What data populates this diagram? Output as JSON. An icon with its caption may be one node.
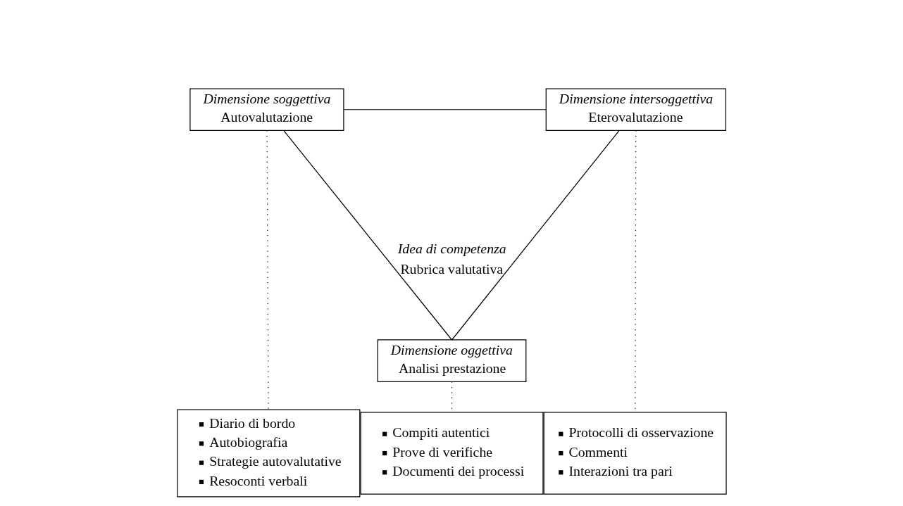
{
  "diagram": {
    "nodes": [
      {
        "text": [
          "Dimensione soggettiva",
          "Autovalutazione"
        ]
      },
      {
        "text": [
          "Dimensione intersoggettiva",
          "Eterovalutazione"
        ]
      },
      {
        "text": [
          "Dimensione oggettiva",
          "Analisi prestazione"
        ]
      },
      {
        "text": [
          "Diario di bordo",
          "Autobiografia",
          "Strategie autovalutative",
          "Resoconti verbali"
        ]
      },
      {
        "text": [
          "Compiti autentici",
          "Prove di verifiche",
          "Documenti dei processi"
        ]
      },
      {
        "text": [
          "Protocolli di osservazione",
          "Commenti",
          "Interazioni tra pari"
        ]
      }
    ],
    "edges": [
      {
        "from": 0,
        "to": 1,
        "arrow": "none"
      },
      {
        "from": 0,
        "to": 2,
        "arrow": "none"
      },
      {
        "from": 1,
        "to": 2,
        "arrow": "none"
      },
      {
        "from": 0,
        "to": 3,
        "arrow": "none",
        "style": "dashed"
      },
      {
        "from": 2,
        "to": 4,
        "arrow": "none",
        "style": "dashed"
      },
      {
        "from": 1,
        "to": 5,
        "arrow": "none",
        "style": "dashed"
      }
    ],
    "labels": [
      "Idea di competenza",
      "Rubrica valutativa"
    ]
  }
}
